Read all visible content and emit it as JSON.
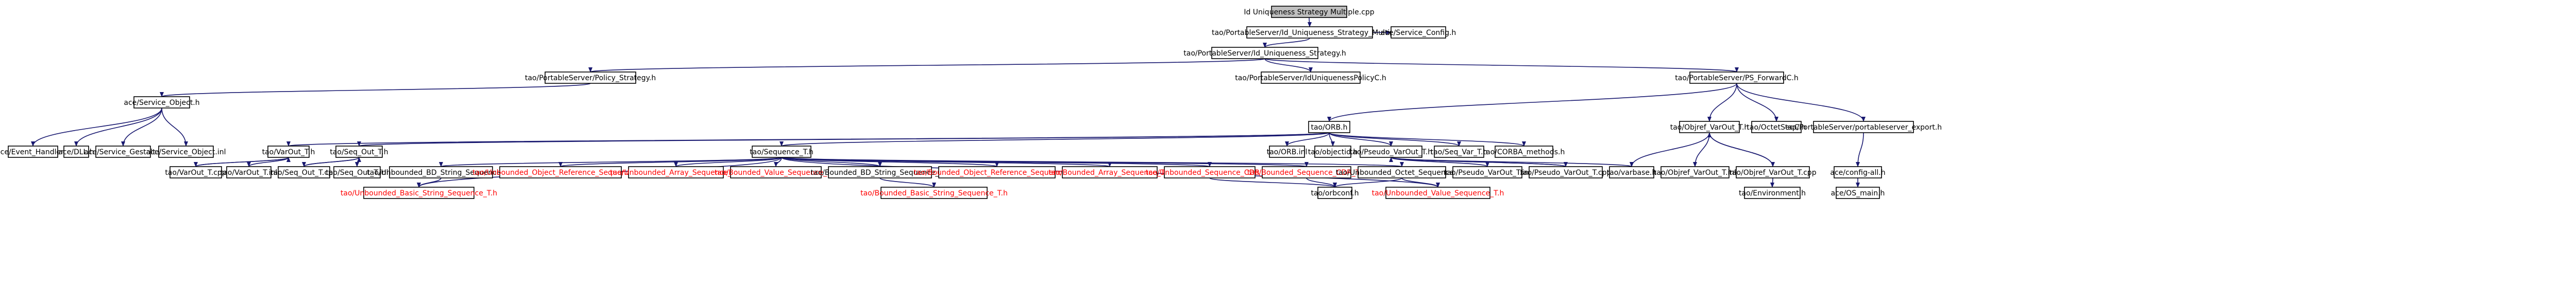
{
  "colors": {
    "edge": "#191970",
    "node_border": "#000000",
    "node_fill": "#ffffff",
    "root_fill": "#bfbfbf",
    "missing_text": "#ff0000",
    "background": "#ffffff"
  },
  "nodes": [
    {
      "id": "root",
      "label": "Id Uniqueness Strategy Multiple.cpp",
      "kind": "root"
    },
    {
      "id": "n1",
      "label": "tao/PortableServer/Id_Uniqueness_Strategy_Multiple.h"
    },
    {
      "id": "n2",
      "label": "tao/PortableServer/Id_Uniqueness_Strategy.h"
    },
    {
      "id": "n3",
      "label": "ace/Service_Config.h"
    },
    {
      "id": "n4",
      "label": "tao/PortableServer/Policy_Strategy.h"
    },
    {
      "id": "n5",
      "label": "tao/PortableServer/IdUniquenessPolicyC.h"
    },
    {
      "id": "n6",
      "label": "tao/PortableServer/PS_ForwardC.h"
    },
    {
      "id": "n7",
      "label": "ace/Service_Object.h"
    },
    {
      "id": "n8",
      "label": "tao/ORB.h"
    },
    {
      "id": "n9",
      "label": "tao/Objref_VarOut_T.h"
    },
    {
      "id": "n10",
      "label": "tao/OctetSeqC.h"
    },
    {
      "id": "n11",
      "label": "tao/PortableServer/portableserver_export.h"
    },
    {
      "id": "n12",
      "label": "ace/Event_Handler.h"
    },
    {
      "id": "n13",
      "label": "ace/DLL.h"
    },
    {
      "id": "n14",
      "label": "ace/Service_Gestalt.h"
    },
    {
      "id": "n15",
      "label": "ace/Service_Object.inl"
    },
    {
      "id": "n16",
      "label": "tao/VarOut_T.h"
    },
    {
      "id": "n17",
      "label": "tao/Seq_Out_T.h"
    },
    {
      "id": "n18",
      "label": "tao/Sequence_T.h"
    },
    {
      "id": "n19",
      "label": "tao/ORB.inl"
    },
    {
      "id": "n20",
      "label": "tao/objectid.h"
    },
    {
      "id": "n21",
      "label": "tao/Pseudo_VarOut_T.h"
    },
    {
      "id": "n22",
      "label": "tao/Seq_Var_T.h"
    },
    {
      "id": "n23",
      "label": "tao/CORBA_methods.h"
    },
    {
      "id": "n24",
      "label": "tao/Objref_VarOut_T.inl"
    },
    {
      "id": "n25",
      "label": "tao/Objref_VarOut_T.cpp"
    },
    {
      "id": "n26",
      "label": "ace/config-all.h"
    },
    {
      "id": "n27",
      "label": "tao/VarOut_T.cpp"
    },
    {
      "id": "n28",
      "label": "tao/VarOut_T.inl"
    },
    {
      "id": "n29",
      "label": "tao/Seq_Out_T.cpp"
    },
    {
      "id": "n30",
      "label": "tao/Seq_Out_T.inl"
    },
    {
      "id": "n31",
      "label": "tao/Unbounded_BD_String_Sequence_T.h"
    },
    {
      "id": "n32",
      "label": "tao/Unbounded_Object_Reference_Sequence_T.h",
      "kind": "missing"
    },
    {
      "id": "n33",
      "label": "tao/Unbounded_Array_Sequence_T.h",
      "kind": "missing"
    },
    {
      "id": "n34",
      "label": "tao/Bounded_Value_Sequence_T.h",
      "kind": "missing"
    },
    {
      "id": "n35",
      "label": "tao/Bounded_BD_String_Sequence_T.h"
    },
    {
      "id": "n36",
      "label": "tao/Bounded_Object_Reference_Sequence_T.h",
      "kind": "missing"
    },
    {
      "id": "n37",
      "label": "tao/Bounded_Array_Sequence_T.h",
      "kind": "missing"
    },
    {
      "id": "n38",
      "label": "tao/Unbounded_Sequence_CDR_T.h",
      "kind": "missing"
    },
    {
      "id": "n39",
      "label": "tao/Bounded_Sequence_CDR_T.h",
      "kind": "missing"
    },
    {
      "id": "n40",
      "label": "tao/Unbounded_Octet_Sequence_T.h"
    },
    {
      "id": "n41",
      "label": "tao/Pseudo_VarOut_T.inl"
    },
    {
      "id": "n42",
      "label": "tao/Pseudo_VarOut_T.cpp"
    },
    {
      "id": "n43",
      "label": "tao/varbase.h"
    },
    {
      "id": "n44",
      "label": "tao/Environment.h"
    },
    {
      "id": "n45",
      "label": "ace/OS_main.h"
    },
    {
      "id": "n46",
      "label": "tao/Unbounded_Basic_String_Sequence_T.h",
      "kind": "missing"
    },
    {
      "id": "n47",
      "label": "tao/Bounded_Basic_String_Sequence_T.h",
      "kind": "missing"
    },
    {
      "id": "n48",
      "label": "tao/orbconf.h"
    },
    {
      "id": "n49",
      "label": "tao/Unbounded_Value_Sequence_T.h",
      "kind": "missing"
    }
  ],
  "edges": [
    [
      "root",
      "n1"
    ],
    [
      "n1",
      "n2"
    ],
    [
      "n1",
      "n3"
    ],
    [
      "n2",
      "n4"
    ],
    [
      "n2",
      "n5"
    ],
    [
      "n2",
      "n6"
    ],
    [
      "n4",
      "n7"
    ],
    [
      "n7",
      "n12"
    ],
    [
      "n7",
      "n13"
    ],
    [
      "n7",
      "n14"
    ],
    [
      "n7",
      "n15"
    ],
    [
      "n6",
      "n8"
    ],
    [
      "n6",
      "n9"
    ],
    [
      "n6",
      "n10"
    ],
    [
      "n6",
      "n11"
    ],
    [
      "n8",
      "n16"
    ],
    [
      "n8",
      "n17"
    ],
    [
      "n8",
      "n18"
    ],
    [
      "n8",
      "n19"
    ],
    [
      "n8",
      "n20"
    ],
    [
      "n8",
      "n21"
    ],
    [
      "n8",
      "n22"
    ],
    [
      "n8",
      "n23"
    ],
    [
      "n9",
      "n24"
    ],
    [
      "n9",
      "n25"
    ],
    [
      "n9",
      "n43"
    ],
    [
      "n25",
      "n9"
    ],
    [
      "n11",
      "n26"
    ],
    [
      "n26",
      "n45"
    ],
    [
      "n16",
      "n27"
    ],
    [
      "n16",
      "n28"
    ],
    [
      "n27",
      "n16"
    ],
    [
      "n17",
      "n29"
    ],
    [
      "n17",
      "n30"
    ],
    [
      "n29",
      "n17"
    ],
    [
      "n18",
      "n31"
    ],
    [
      "n18",
      "n32"
    ],
    [
      "n18",
      "n33"
    ],
    [
      "n18",
      "n34"
    ],
    [
      "n18",
      "n35"
    ],
    [
      "n18",
      "n36"
    ],
    [
      "n18",
      "n37"
    ],
    [
      "n18",
      "n38"
    ],
    [
      "n18",
      "n39"
    ],
    [
      "n18",
      "n40"
    ],
    [
      "n18",
      "n46"
    ],
    [
      "n18",
      "n49"
    ],
    [
      "n31",
      "n46"
    ],
    [
      "n35",
      "n47"
    ],
    [
      "n38",
      "n48"
    ],
    [
      "n39",
      "n48"
    ],
    [
      "n40",
      "n48"
    ],
    [
      "n40",
      "n49"
    ],
    [
      "n21",
      "n41"
    ],
    [
      "n21",
      "n42"
    ],
    [
      "n21",
      "n43"
    ],
    [
      "n42",
      "n21"
    ],
    [
      "n25",
      "n44"
    ]
  ]
}
